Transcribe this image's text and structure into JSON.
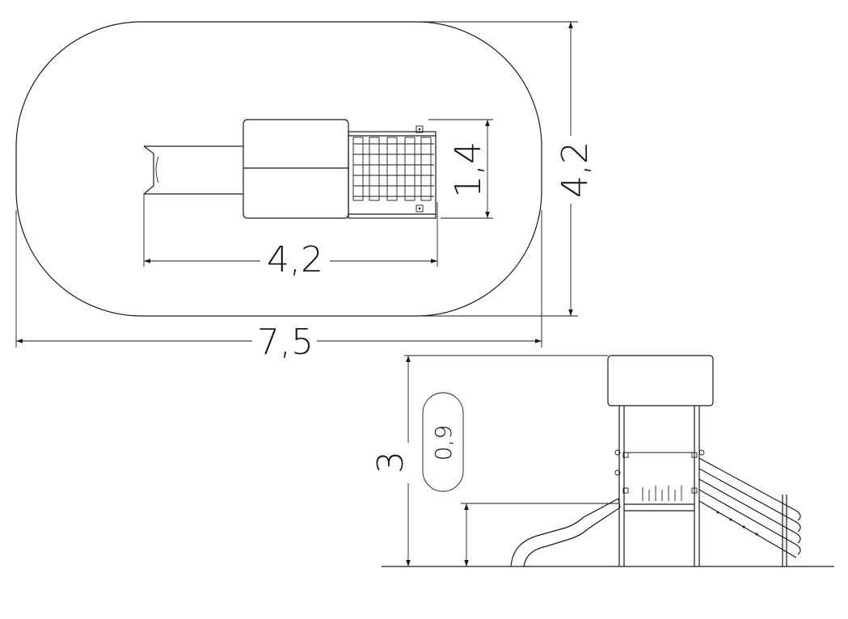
{
  "plan_view": {
    "overall_length": "7,5",
    "overall_width": "4,2",
    "equipment_length": "4,2",
    "equipment_width": "1,4"
  },
  "side_view": {
    "overall_height": "3",
    "free_fall_height": "0,9"
  },
  "colors": {
    "line": "#1a1a1a",
    "background": "#ffffff"
  }
}
